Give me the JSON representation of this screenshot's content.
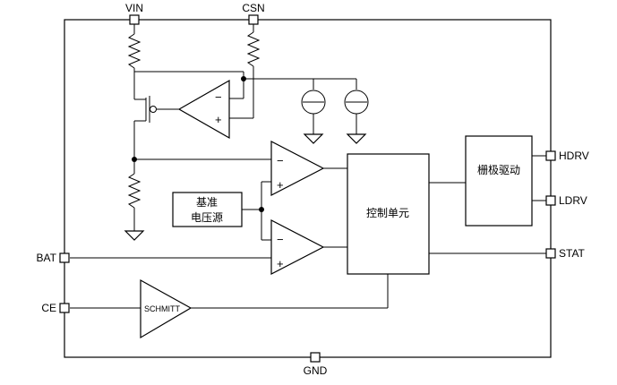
{
  "pins": {
    "vin": "VIN",
    "csn": "CSN",
    "hdrv": "HDRV",
    "ldrv": "LDRV",
    "stat": "STAT",
    "bat": "BAT",
    "ce": "CE",
    "gnd": "GND"
  },
  "blocks": {
    "gate_driver": "栅极驱动",
    "control_unit": "控制单元",
    "reference_line1": "基准",
    "reference_line2": "电压源",
    "schmitt": "SCHMITT"
  },
  "signs": {
    "minus": "−",
    "plus": "+"
  }
}
